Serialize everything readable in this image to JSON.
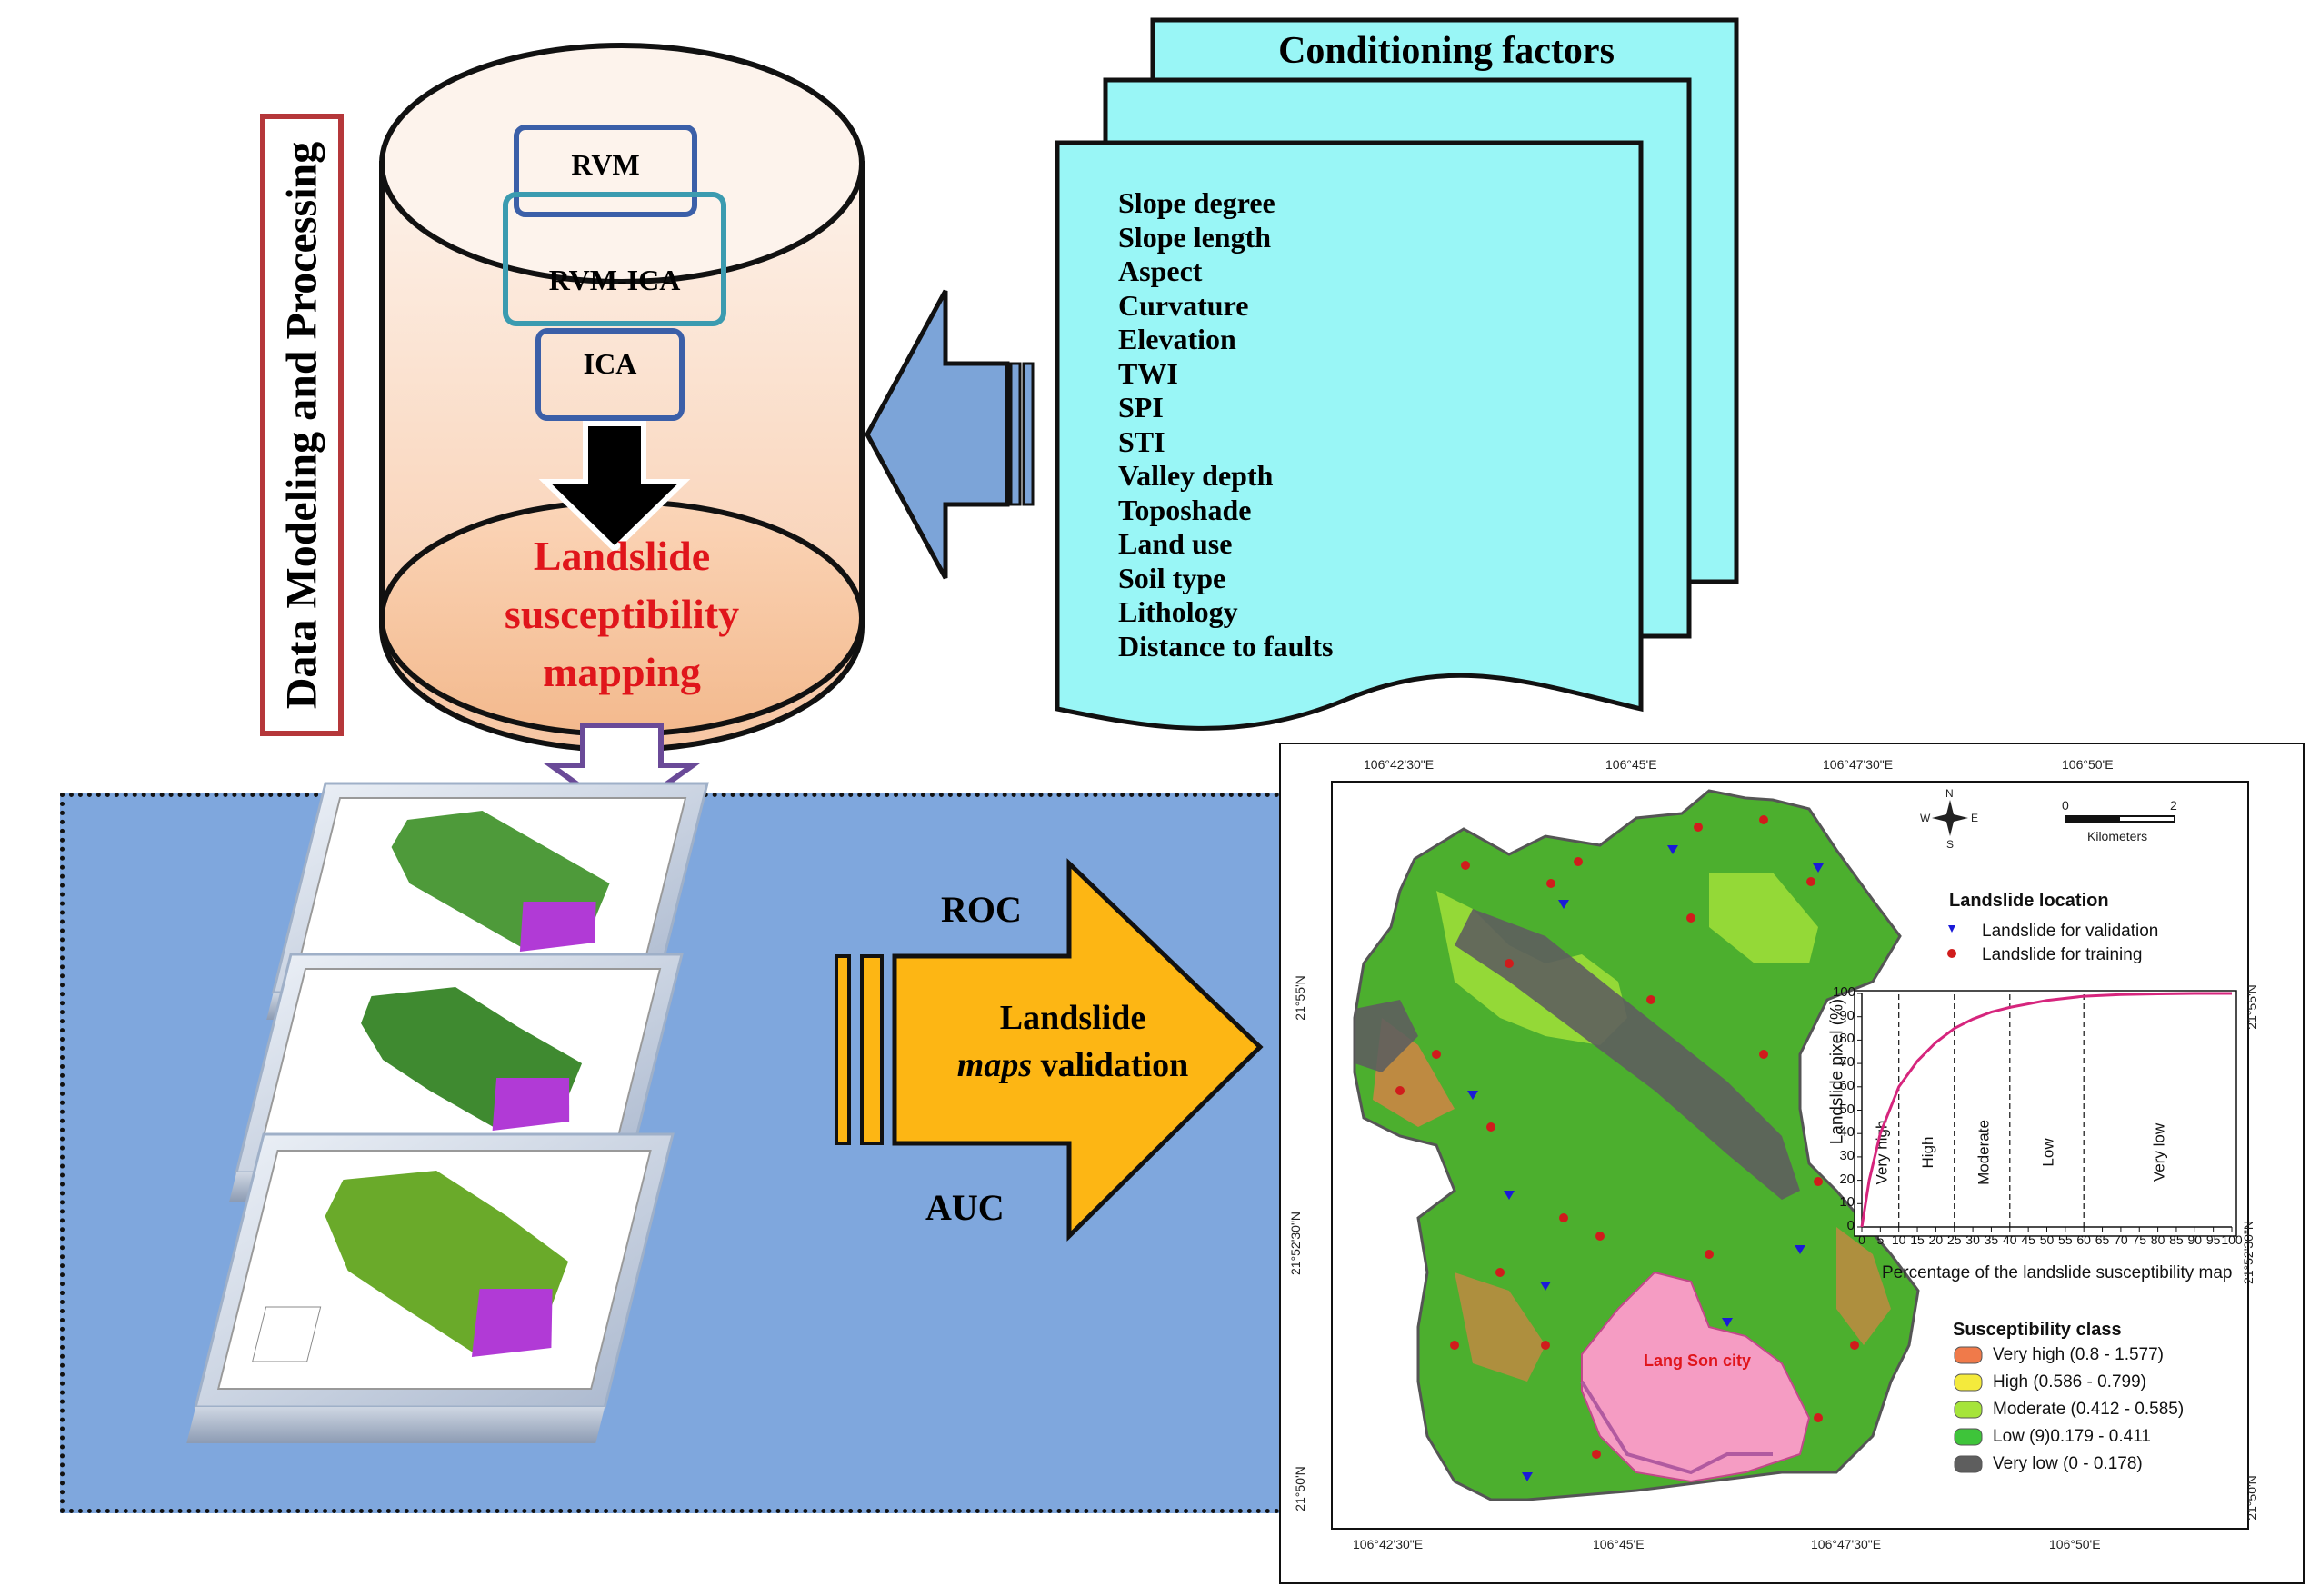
{
  "side_label": "Data Modeling and Processing",
  "models": {
    "rvm": "RVM",
    "rvm_ica": "RVM-ICA",
    "ica": "ICA"
  },
  "lss_lines": [
    "Landslide",
    "susceptibility",
    "mapping"
  ],
  "factors": {
    "title": "Conditioning factors",
    "items": [
      "Slope degree",
      "Slope length",
      "Aspect",
      "Curvature",
      "Elevation",
      "TWI",
      "SPI",
      "STI",
      "Valley depth",
      "Toposhade",
      "Land use",
      "Soil type",
      "Lithology",
      "Distance to faults"
    ]
  },
  "validation": {
    "roc": "ROC",
    "auc": "AUC",
    "line1": "Landslide",
    "line2_italic": "maps",
    "line2_rest": " validation"
  },
  "map": {
    "top_coords": [
      "106°42'30\"E",
      "106°45'E",
      "106°47'30\"E",
      "106°50'E"
    ],
    "bottom_coords": [
      "106°42'30\"E",
      "106°45'E",
      "106°47'30\"E",
      "106°50'E"
    ],
    "left_coords": [
      "21°55'N",
      "21°52'30\"N",
      "21°50'N"
    ],
    "right_coords": [
      "21°55'N",
      "21°52'30\"N",
      "21°50'N"
    ],
    "compass": {
      "n": "N",
      "s": "S",
      "e": "E",
      "w": "W"
    },
    "scale": {
      "zero": "0",
      "two": "2",
      "unit": "Kilometers"
    },
    "city": "Lang Son city",
    "landslide_location": {
      "title": "Landslide location",
      "validation": "Landslide for validation",
      "training": "Landslide for training"
    },
    "susceptibility": {
      "title": "Susceptibility class",
      "classes": [
        {
          "label": "Very high (0.8 - 1.577)",
          "color": "#f07a4a"
        },
        {
          "label": "High (0.586 - 0.799)",
          "color": "#f4ea3c"
        },
        {
          "label": "Moderate (0.412 - 0.585)",
          "color": "#a6e43a"
        },
        {
          "label": "Low (9)0.179 - 0.411",
          "color": "#3ec43a"
        },
        {
          "label": "Very low (0 - 0.178)",
          "color": "#5e5e5e"
        }
      ]
    }
  },
  "chart_data": {
    "type": "line",
    "xlabel": "Percentage of the landslide susceptibility map",
    "ylabel": "Landslide pixel (%)",
    "xlim": [
      0,
      100
    ],
    "ylim": [
      0,
      100
    ],
    "x_ticks": [
      "0",
      "5",
      "10",
      "15",
      "20",
      "25",
      "30",
      "35",
      "40",
      "45",
      "50",
      "55",
      "60",
      "65",
      "70",
      "75",
      "80",
      "85",
      "90",
      "95",
      "100"
    ],
    "y_ticks": [
      "0",
      "10",
      "20",
      "30",
      "40",
      "50",
      "60",
      "70",
      "80",
      "90",
      "100"
    ],
    "x": [
      0,
      2,
      5,
      10,
      15,
      20,
      25,
      30,
      35,
      40,
      50,
      60,
      70,
      80,
      90,
      100
    ],
    "y": [
      0,
      20,
      40,
      60,
      71,
      79,
      85,
      89,
      92,
      94,
      97,
      98.8,
      99.5,
      99.8,
      100,
      100
    ],
    "class_boundaries": [
      10,
      25,
      40,
      60
    ],
    "class_labels": [
      "Very high",
      "High",
      "Moderate",
      "Low",
      "Very low"
    ]
  },
  "colors": {
    "cyan": "#99f6f6",
    "peach": "#fbd9c2",
    "blue_panel": "#7fa7dd",
    "arrow_orange": "#fdb614",
    "arrow_blue": "#7ca4d8",
    "red": "#e0151b",
    "pink": "#f59cc3"
  }
}
